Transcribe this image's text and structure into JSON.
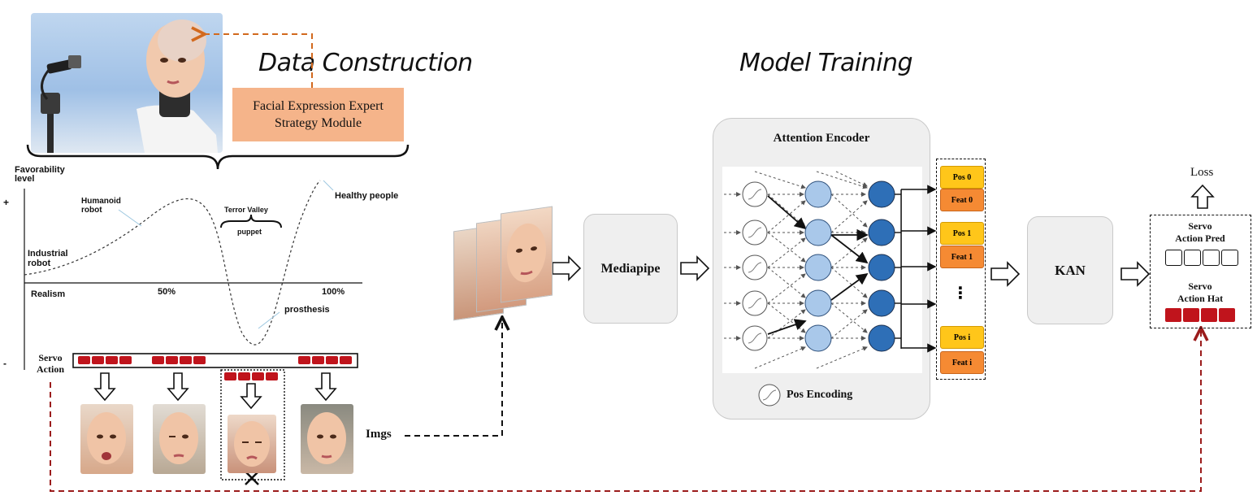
{
  "sections": {
    "data_construction": "Data Construction",
    "model_training": "Model Training"
  },
  "expert_module": {
    "line1": "Facial Expression Expert",
    "line2": "Strategy Module"
  },
  "uncanny_chart": {
    "y_axis_label_1": "Favorability",
    "y_axis_label_2": "level",
    "plus": "+",
    "minus": "-",
    "x_start": "Realism",
    "x_mid": "50%",
    "x_end": "100%",
    "humanoid_1": "Humanoid",
    "humanoid_2": "robot",
    "industrial_1": "Industrial",
    "industrial_2": "robot",
    "terror_valley": "Terror Valley",
    "puppet": "puppet",
    "healthy_people": "Healthy people",
    "prosthesis": "prosthesis"
  },
  "servo_action": {
    "line1": "Servo",
    "line2": "Action"
  },
  "imgs_label": "Imgs",
  "mediapipe_label": "Mediapipe",
  "attention_encoder": {
    "title": "Attention Encoder",
    "pos_encoding": "Pos Encoding"
  },
  "tokens": [
    {
      "pos": "Pos 0",
      "feat": "Feat 0"
    },
    {
      "pos": "Pos 1",
      "feat": "Feat 1"
    },
    {
      "ellipsis": "⋮"
    },
    {
      "pos": "Pos i",
      "feat": "Feat i"
    }
  ],
  "kan_label": "KAN",
  "loss_label": "Loss",
  "servo_pred": {
    "line1": "Servo",
    "line2": "Action Pred"
  },
  "servo_hat": {
    "line1": "Servo",
    "line2": "Action Hat"
  },
  "colors": {
    "expert_box": "#f5b48a",
    "pos_token": "#ffc61a",
    "feat_token": "#f58a33",
    "servo_red": "#c0141c",
    "dashed_orange": "#d2691e",
    "dashed_darkred": "#9b1c1c",
    "light_node": "#a9c8ea",
    "dark_node": "#2e6fb7",
    "panel_gray": "#efefef"
  }
}
